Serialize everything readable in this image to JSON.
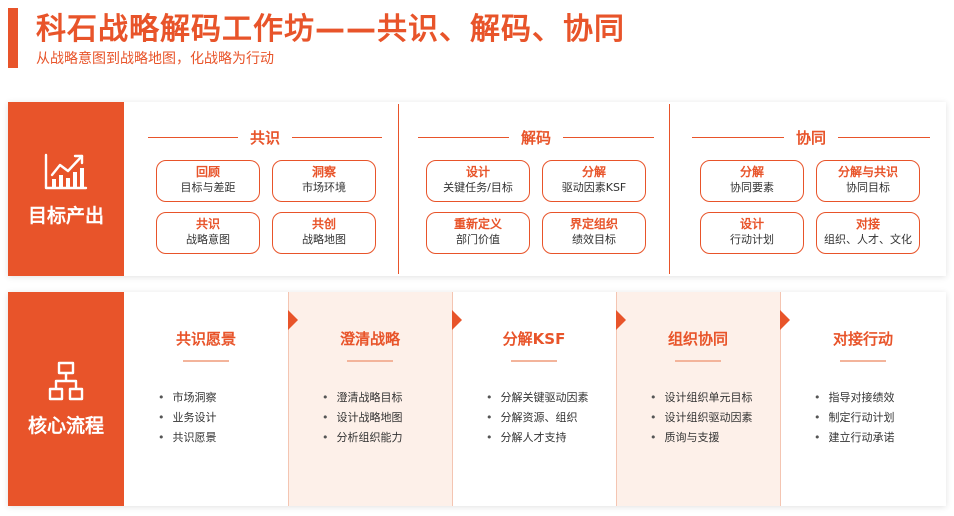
{
  "header": {
    "title": "科石战略解码工作坊——共识、解码、协同",
    "subtitle": "从战略意图到战略地图，化战略为行动"
  },
  "colors": {
    "accent": "#e8542a",
    "shade": "#fdf0e9"
  },
  "goals": {
    "side_label": "目标产出",
    "side_icon": "bar-chart-growth-icon",
    "columns": [
      {
        "heading": "共识",
        "boxes": [
          {
            "title": "回顾",
            "sub": "目标与差距"
          },
          {
            "title": "洞察",
            "sub": "市场环境"
          },
          {
            "title": "共识",
            "sub": "战略意图"
          },
          {
            "title": "共创",
            "sub": "战略地图"
          }
        ]
      },
      {
        "heading": "解码",
        "boxes": [
          {
            "title": "设计",
            "sub": "关键任务/目标"
          },
          {
            "title": "分解",
            "sub": "驱动因素KSF"
          },
          {
            "title": "重新定义",
            "sub": "部门价值"
          },
          {
            "title": "界定组织",
            "sub": "绩效目标"
          }
        ]
      },
      {
        "heading": "协同",
        "boxes": [
          {
            "title": "分解",
            "sub": "协同要素"
          },
          {
            "title": "分解与共识",
            "sub": "协同目标"
          },
          {
            "title": "设计",
            "sub": "行动计划"
          },
          {
            "title": "对接",
            "sub": "组织、人才、文化"
          }
        ]
      }
    ]
  },
  "flow": {
    "side_label": "核心流程",
    "side_icon": "hierarchy-flow-icon",
    "steps": [
      {
        "title": "共识愿景",
        "items": [
          "市场洞察",
          "业务设计",
          "共识愿景"
        ]
      },
      {
        "title": "澄清战略",
        "items": [
          "澄清战略目标",
          "设计战略地图",
          "分析组织能力"
        ]
      },
      {
        "title": "分解KSF",
        "items": [
          "分解关键驱动因素",
          "分解资源、组织",
          "分解人才支持"
        ]
      },
      {
        "title": "组织协同",
        "items": [
          "设计组织单元目标",
          "设计组织驱动因素",
          "质询与支援"
        ]
      },
      {
        "title": "对接行动",
        "items": [
          "指导对接绩效",
          "制定行动计划",
          "建立行动承诺"
        ]
      }
    ]
  }
}
